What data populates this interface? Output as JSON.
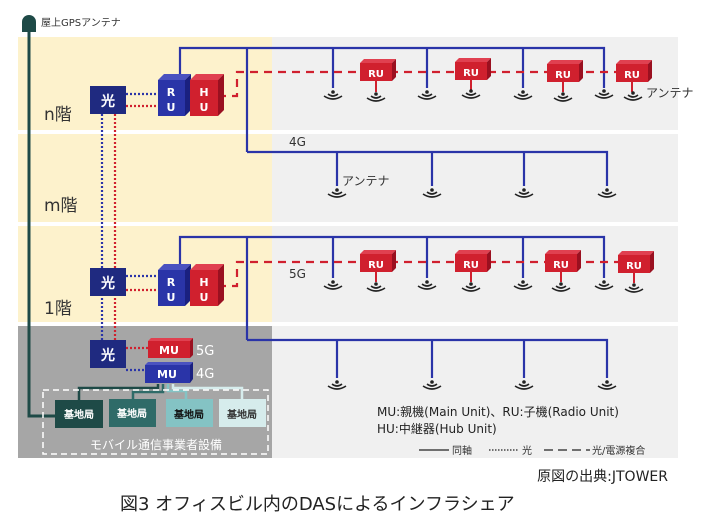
{
  "gps_antenna": {
    "label": "屋上GPSアンテナ"
  },
  "floors": [
    {
      "label": "n階"
    },
    {
      "label": "m階"
    },
    {
      "label": "1階"
    }
  ],
  "optical_label": "光",
  "ru_letters": [
    "R",
    "U"
  ],
  "hu_letters": [
    "H",
    "U"
  ],
  "remote_ru_label": "RU",
  "band_labels": {
    "g4": "4G",
    "g5": "5G"
  },
  "antenna_labels": {
    "top": "アンテナ",
    "row2": "アンテナ"
  },
  "mu": [
    {
      "label": "MU",
      "band": "5G",
      "color": "#d0202e"
    },
    {
      "label": "MU",
      "band": "4G",
      "color": "#2a34a8"
    }
  ],
  "base_stations": [
    {
      "label": "基地局",
      "color": "#1e4a47"
    },
    {
      "label": "基地局",
      "color": "#2f6b68"
    },
    {
      "label": "基地局",
      "color": "#84c3c4"
    },
    {
      "label": "基地局",
      "color": "#d6ecec"
    }
  ],
  "operator_equipment_label": "モバイル通信事業者設備",
  "legend": {
    "line1": "MU:親機(Main Unit)、RU:子機(Radio Unit)",
    "line2": "HU:中継器(Hub Unit)",
    "coax": "同軸",
    "fiber": "光",
    "hybrid": "光/電源複合"
  },
  "source": "原図の出典:JTOWER",
  "figure_title": "図3  オフィスビル内のDASによるインフラシェア",
  "colors": {
    "coax": "#2a34a8",
    "fiber_red": "#d0202e",
    "floor_bg": "#fdf2cc",
    "area_bg": "#f0f0f0",
    "basement_bg": "#a6a6a6",
    "gps": "#1e4a47"
  }
}
